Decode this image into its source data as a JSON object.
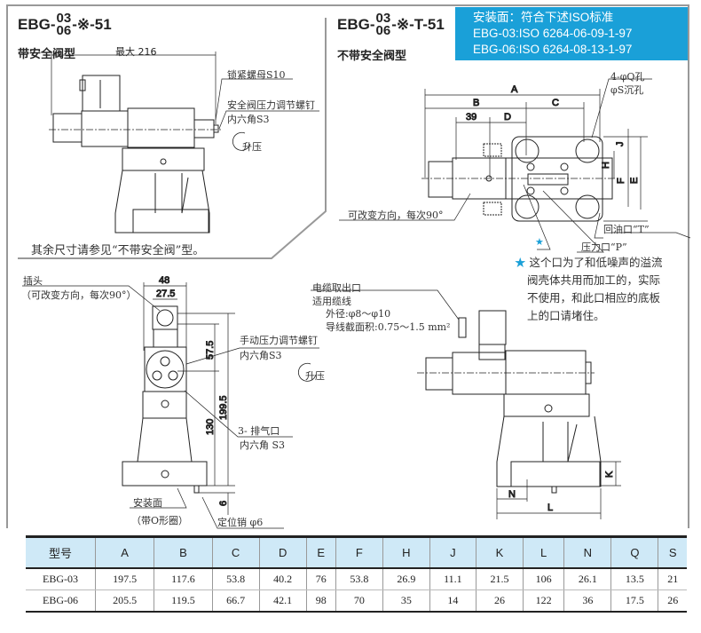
{
  "left_top": {
    "title_prefix": "EBG-",
    "size_top": "03",
    "size_bottom": "06",
    "title_suffix": "-※-51",
    "subtitle": "带安全阀型",
    "max_dim": "最大 216",
    "lock_nut": "锁紧螺母S10",
    "relief_screw": "安全阀压力调节螺钉",
    "relief_hex": "内六角S3",
    "pressure_up": "升压",
    "footnote": "其余尺寸请参见“不带安全阀”型。"
  },
  "right_top": {
    "title_prefix": "EBG-",
    "size_top": "03",
    "size_bottom": "06",
    "title_suffix": "-※-T-51",
    "subtitle": "不带安全阀型",
    "iso_lines": [
      "安装面：符合下述ISO标准",
      "EBG-03:ISO 6264-06-09-1-97",
      "EBG-06:ISO 6264-08-13-1-97"
    ],
    "hole_q": "4-φQ孔",
    "hole_s": "φS沉孔",
    "dims": {
      "A": "A",
      "B": "B",
      "C": "C",
      "D": "D",
      "d39": "39",
      "H": "H",
      "J": "J",
      "F": "F",
      "E": "E"
    },
    "rotate_note": "可改变方向，每次90°",
    "return_port": "回油口“T”",
    "pressure_port": "压力口“P”",
    "star": "★",
    "note_lines": [
      "这个口为了和低噪声的溢流",
      "阀壳体共用而加工的，实际",
      "不使用，和此口相应的底板",
      "上的口请堵住。"
    ]
  },
  "left_bottom": {
    "plug": "插头",
    "plug_note": "（可改变方向，每次90°）",
    "d48": "48",
    "d27_5": "27.5",
    "d57_5": "57.5",
    "d199_5": "199.5",
    "d130": "130",
    "d6": "6",
    "manual_screw": "手动压力调节螺钉",
    "manual_hex": "内六角S3",
    "pressure_up": "升压",
    "vent": "3- 排气口",
    "vent_hex": "内六角 S3",
    "mount_face": "安装面",
    "oring": "（带O形圈）",
    "locating_pin": "定位销 φ6"
  },
  "right_bottom": {
    "cable_outlet": "电缆取出口",
    "cable": "适用缆线",
    "outer_dia": "外径:φ8～φ10",
    "wire_area": "导线截面积:0.75～1.5 mm²",
    "K": "K",
    "N": "N",
    "L": "L"
  },
  "table": {
    "headers": [
      "型号",
      "A",
      "B",
      "C",
      "D",
      "E",
      "F",
      "H",
      "J",
      "K",
      "L",
      "N",
      "Q",
      "S"
    ],
    "rows": [
      [
        "EBG-03",
        "197.5",
        "117.6",
        "53.8",
        "40.2",
        "76",
        "53.8",
        "26.9",
        "11.1",
        "21.5",
        "106",
        "26.1",
        "13.5",
        "21"
      ],
      [
        "EBG-06",
        "205.5",
        "119.5",
        "66.7",
        "42.1",
        "98",
        "70",
        "35",
        "14",
        "26",
        "122",
        "36",
        "17.5",
        "26"
      ]
    ]
  },
  "colors": {
    "accent": "#1aa0d8",
    "table_header": "#cfe9f7"
  }
}
